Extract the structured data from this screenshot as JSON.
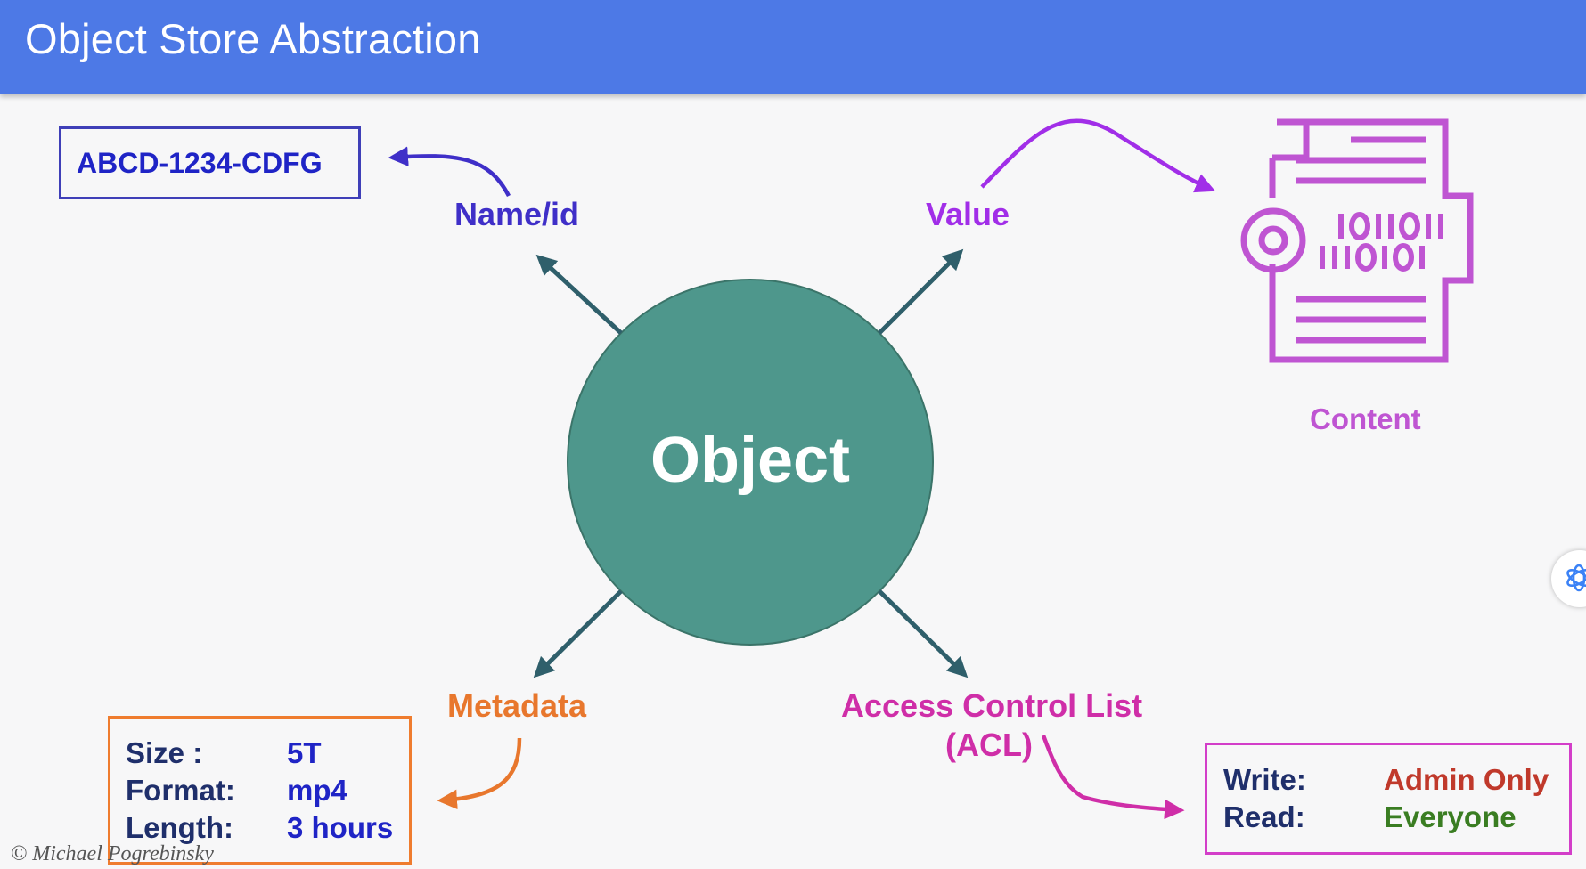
{
  "header": {
    "title": "Object Store Abstraction"
  },
  "center": {
    "label": "Object"
  },
  "name_id": {
    "label": "Name/id",
    "example": "ABCD-1234-CDFG"
  },
  "value": {
    "label": "Value",
    "content_label": "Content",
    "content_icon": "data-document-gear-icon"
  },
  "metadata": {
    "label": "Metadata",
    "rows": [
      {
        "key": "Size :",
        "value": "5T"
      },
      {
        "key": "Format:",
        "value": "mp4"
      },
      {
        "key": "Length:",
        "value": "3 hours"
      }
    ]
  },
  "acl": {
    "label_line1": "Access Control List",
    "label_line2": "(ACL)",
    "rows": [
      {
        "key": "Write:",
        "value": "Admin Only",
        "color": "#c0392b"
      },
      {
        "key": "Read:",
        "value": "Everyone",
        "color": "#3a7d22"
      }
    ]
  },
  "watermark": "© Michael Pogrebinsky",
  "colors": {
    "header": "#4d79e6",
    "circle": "#4e978c",
    "name": "#3f2fc8",
    "value": "#a12ee8",
    "content": "#bf55d2",
    "metadata": "#e8772d",
    "acl": "#cf2ea8",
    "teal_arrow": "#2f5f6b"
  }
}
